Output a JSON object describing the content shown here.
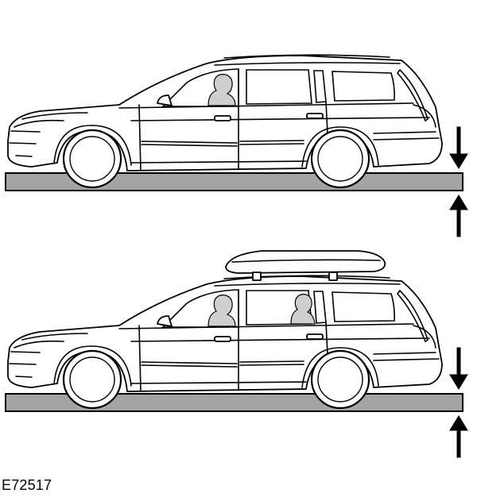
{
  "figure": {
    "code": "E72517"
  },
  "scenes": [
    {
      "id": "top",
      "roof_box": false,
      "rear_passenger": false
    },
    {
      "id": "bottom",
      "roof_box": true,
      "rear_passenger": true
    }
  ],
  "colors": {
    "ground": "#a4a4a4",
    "person": "#cfcfcf",
    "line": "#000000",
    "background": "#ffffff"
  },
  "icons": [
    "down-arrow-icon",
    "up-arrow-icon"
  ]
}
